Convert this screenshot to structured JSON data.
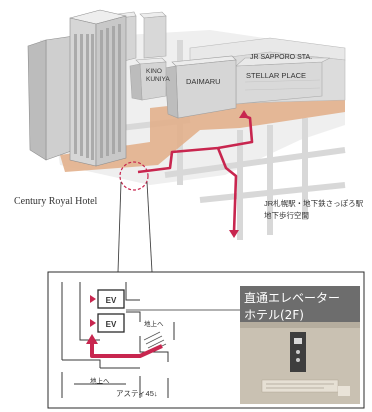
{
  "map": {
    "labels": {
      "jr_station": "JR SAPPORO STA.",
      "kinokuniya": "KINO\nKUNIYA",
      "daimaru": "DAIMARU",
      "stellar_place": "STELLAR PLACE",
      "hotel": "Century Royal Hotel",
      "underground_note": "JR札幌駅・地下鉄さっぽろ駅\n地下歩行空間"
    },
    "inset": {
      "ev_top": "EV",
      "ev_bottom": "EV",
      "to_ground_upper": "地上へ",
      "to_ground_lower": "地上へ",
      "asty": "アスティ45↓",
      "photo_title": "直通エレベーター\nホテル(2F)"
    }
  },
  "colors": {
    "route": "#c8264f",
    "underground": "#e2b08c",
    "photo_panel": "#6d6d6d",
    "building_gray": "#e2e2e2"
  }
}
